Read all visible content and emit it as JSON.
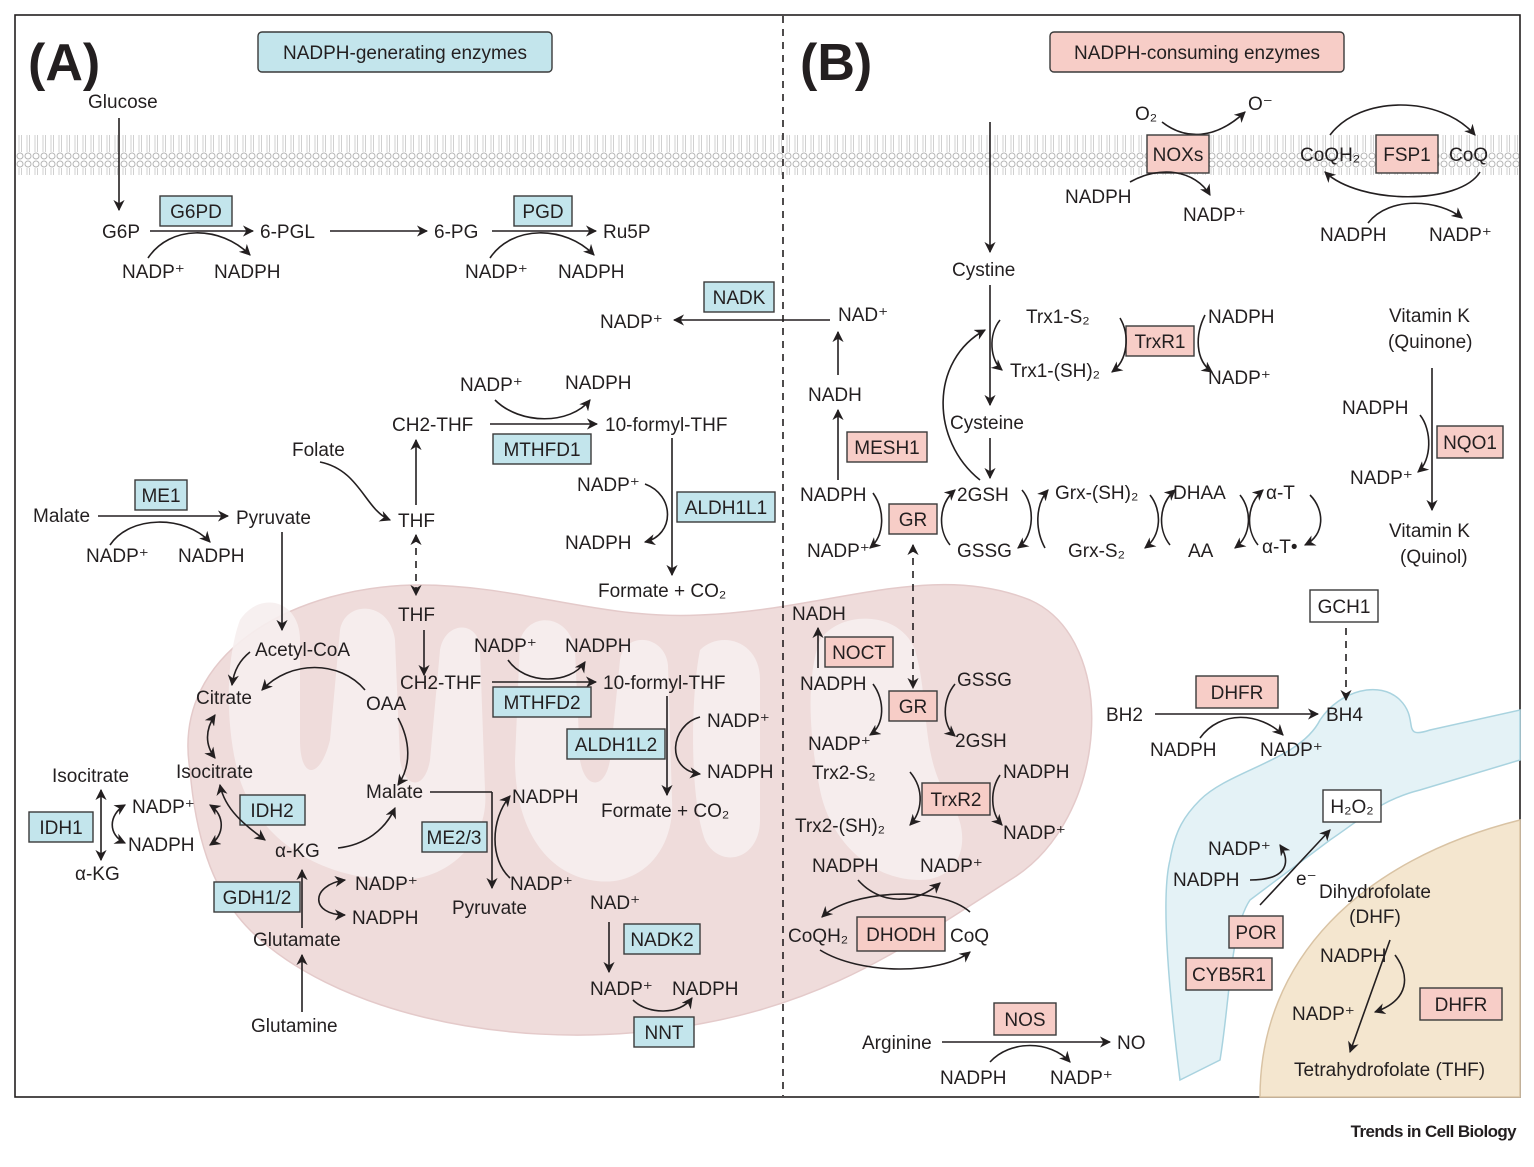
{
  "panels": {
    "A": {
      "label": "(A)",
      "title": "NADPH-generating enzymes",
      "color": "#c3e5ec"
    },
    "B": {
      "label": "(B)",
      "title": "NADPH-consuming enzymes",
      "color": "#f7cdc7"
    }
  },
  "footer": "Trends in Cell Biology",
  "colors": {
    "generating": "#c3e5ec",
    "consuming": "#f7cdc7",
    "mito": "#efdcdb",
    "er": "#e4f2f6",
    "nucleus": "#f4e6cf",
    "membrane": "#bdbdbd"
  },
  "labels": {
    "glucose": "Glucose",
    "g6p": "G6P",
    "pgl": "6-PGL",
    "pg": "6-PG",
    "ru5p": "Ru5P",
    "nadp": "NADP⁺",
    "nadph": "NADPH",
    "nad": "NAD⁺",
    "nadh": "NADH",
    "malate": "Malate",
    "pyruvate": "Pyruvate",
    "folate": "Folate",
    "thf": "THF",
    "ch2thf": "CH2-THF",
    "formylthf": "10-formyl-THF",
    "formate": "Formate + CO₂",
    "acetylcoa": "Acetyl-CoA",
    "citrate": "Citrate",
    "oaa": "OAA",
    "isocitrate": "Isocitrate",
    "akg": "α-KG",
    "glutamate": "Glutamate",
    "glutamine": "Glutamine",
    "o2": "O₂",
    "ominus": "O⁻",
    "coqh2": "CoQH₂",
    "coq": "CoQ",
    "cystine": "Cystine",
    "cysteine": "Cysteine",
    "trx1s2": "Trx1-S₂",
    "trx1sh2": "Trx1-(SH)₂",
    "trx2s2": "Trx2-S₂",
    "trx2sh2": "Trx2-(SH)₂",
    "gsh": "2GSH",
    "gssg": "GSSG",
    "grxsh2": "Grx-(SH)₂",
    "grxs2": "Grx-S₂",
    "dhaa": "DHAA",
    "aa": "AA",
    "at": "α-T",
    "atrad": "α-T•",
    "vitk1": "Vitamin K",
    "quinone": "(Quinone)",
    "vitk2": "Vitamin K",
    "quinol": "(Quinol)",
    "bh2": "BH2",
    "bh4": "BH4",
    "h2o2": "H₂O₂",
    "eminus": "e⁻",
    "dhf1": "Dihydrofolate",
    "dhf2": "(DHF)",
    "thf_full": "Tetrahydrofolate (THF)",
    "arginine": "Arginine",
    "no": "NO"
  },
  "enzymes_generating": {
    "g6pd": "G6PD",
    "pgd": "PGD",
    "nadk": "NADK",
    "mthfd1": "MTHFD1",
    "aldh1l1": "ALDH1L1",
    "me1": "ME1",
    "mthfd2": "MTHFD2",
    "aldh1l2": "ALDH1L2",
    "idh1": "IDH1",
    "idh2": "IDH2",
    "me23": "ME2/3",
    "gdh12": "GDH1/2",
    "nadk2": "NADK2",
    "nnt": "NNT"
  },
  "enzymes_consuming": {
    "noxs": "NOXs",
    "fsp1": "FSP1",
    "trxr1": "TrxR1",
    "mesh1": "MESH1",
    "gr": "GR",
    "nqo1": "NQO1",
    "noct": "NOCT",
    "gr2": "GR",
    "trxr2": "TrxR2",
    "dhodh": "DHODH",
    "dhfr": "DHFR",
    "por": "POR",
    "cyb5r1": "CYB5R1",
    "dhfr2": "DHFR",
    "nos": "NOS"
  },
  "other_boxes": {
    "gch1": "GCH1",
    "h2o2": "H₂O₂"
  }
}
